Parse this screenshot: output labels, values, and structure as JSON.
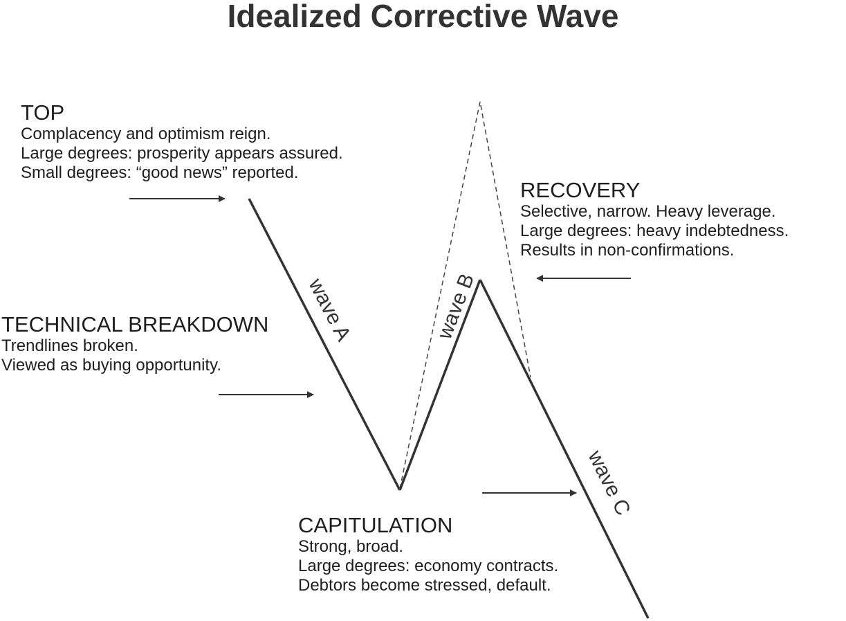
{
  "title": "Idealized Corrective Wave",
  "colors": {
    "line": "#333333",
    "text": "#1e1e1e"
  },
  "waves": {
    "a": "wave A",
    "b": "wave B",
    "c": "wave C"
  },
  "top": {
    "heading": "TOP",
    "lines": [
      "Complacency and optimism reign.",
      "Large degrees: prosperity appears assured.",
      "Small degrees: “good news” reported."
    ]
  },
  "technical": {
    "heading": "TECHNICAL BREAKDOWN",
    "lines": [
      "Trendlines broken.",
      "Viewed as buying opportunity."
    ]
  },
  "recovery": {
    "heading": "RECOVERY",
    "lines": [
      "Selective, narrow. Heavy leverage.",
      "Large degrees: heavy indebtedness.",
      "Results in non-confirmations."
    ]
  },
  "capitulation": {
    "heading": "CAPITULATION",
    "lines": [
      "Strong, broad.",
      "Large degrees: economy contracts.",
      "Debtors become stressed, default."
    ]
  }
}
